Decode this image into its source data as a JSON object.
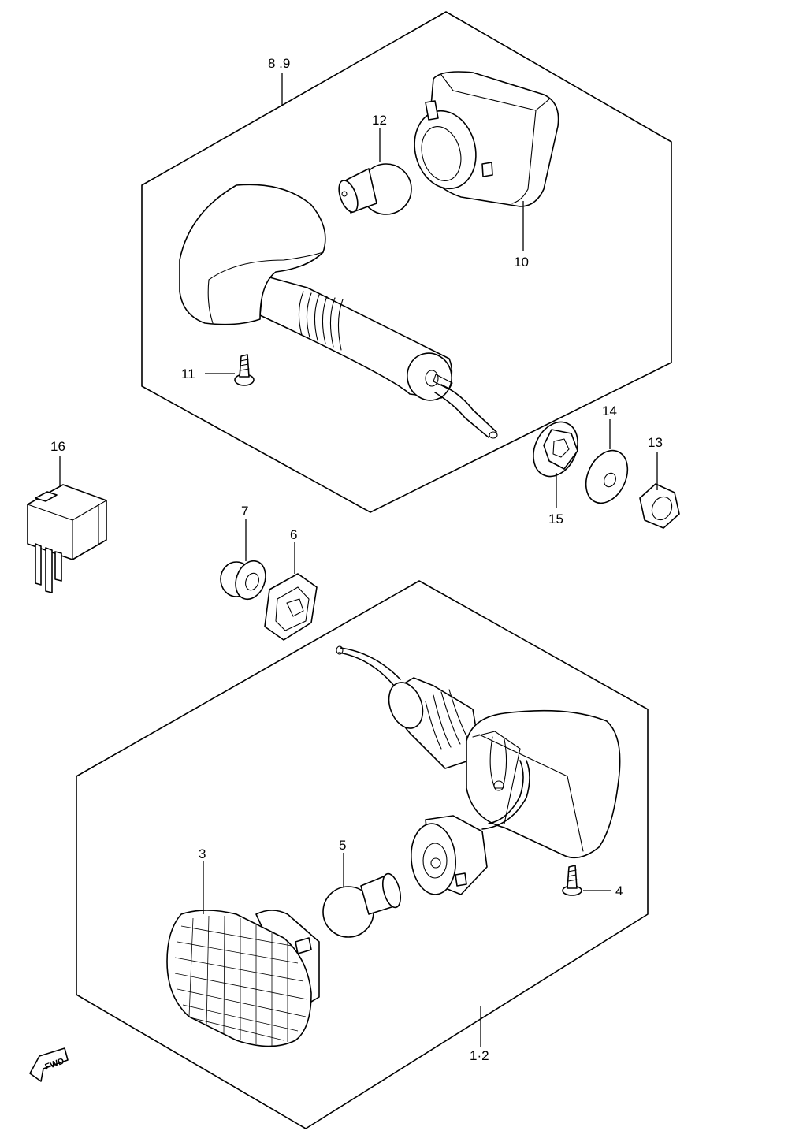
{
  "diagram": {
    "callouts": {
      "upper_assembly": "8 .9",
      "lower_assembly": "1·2",
      "lens_lower": "3",
      "screw_lower": "4",
      "bulb_lower": "5",
      "cushion": "6",
      "nut_small": "7",
      "lens_upper": "10",
      "screw_upper": "11",
      "bulb_upper": "12",
      "nut_upper": "13",
      "washer": "14",
      "grommet": "15",
      "relay": "16"
    },
    "direction_label": "FWD"
  }
}
